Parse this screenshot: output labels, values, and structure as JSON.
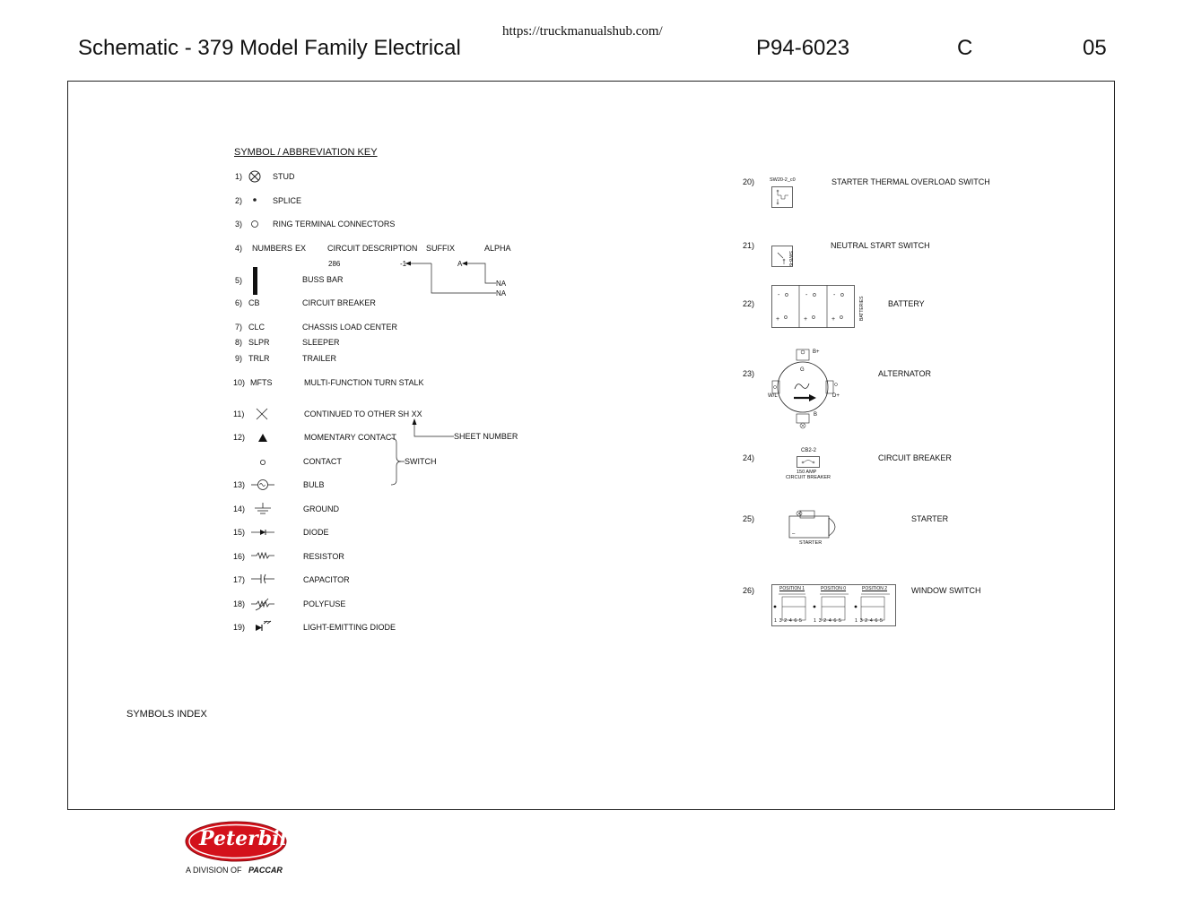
{
  "header": {
    "title": "Schematic - 379 Model Family Electrical",
    "url": "https://truckmanualshub.com/",
    "doc_number": "P94-6023",
    "revision": "C",
    "sheet": "05"
  },
  "key": {
    "title": "SYMBOL / ABBREVIATION  KEY",
    "items": {
      "i1": {
        "num": "1)",
        "label": "STUD"
      },
      "i2": {
        "num": "2)",
        "label": "SPLICE"
      },
      "i3": {
        "num": "3)",
        "label": "RING TERMINAL CONNECTORS"
      },
      "i4": {
        "num": "4)",
        "numbers": "NUMBERS",
        "ex": "EX",
        "circuit_description": "CIRCUIT DESCRIPTION",
        "suffix": "SUFFIX",
        "alpha": "ALPHA",
        "example_number": "286",
        "example_suffix": "-1",
        "example_alpha": "A",
        "na1": "NA",
        "na2": "NA"
      },
      "i5": {
        "num": "5)",
        "label": "BUSS  BAR"
      },
      "i6": {
        "num": "6)",
        "abbr": "CB",
        "label": "CIRCUIT  BREAKER"
      },
      "i7": {
        "num": "7)",
        "abbr": "CLC",
        "label": "CHASSIS  LOAD  CENTER"
      },
      "i8": {
        "num": "8)",
        "abbr": "SLPR",
        "label": "SLEEPER"
      },
      "i9": {
        "num": "9)",
        "abbr": "TRLR",
        "label": "TRAILER"
      },
      "i10": {
        "num": "10)",
        "abbr": "MFTS",
        "label": "MULTI-FUNCTION  TURN  STALK"
      },
      "i11": {
        "num": "11)",
        "label": "CONTINUED  TO  OTHER  SH  XX",
        "note": "SHEET  NUMBER"
      },
      "i12": {
        "num": "12)",
        "label": "MOMENTARY  CONTACT"
      },
      "contact": {
        "label": "CONTACT",
        "note": "SWITCH"
      },
      "i13": {
        "num": "13)",
        "label": "BULB"
      },
      "i14": {
        "num": "14)",
        "label": "GROUND"
      },
      "i15": {
        "num": "15)",
        "label": "DIODE"
      },
      "i16": {
        "num": "16)",
        "label": "RESISTOR"
      },
      "i17": {
        "num": "17)",
        "label": "CAPACITOR"
      },
      "i18": {
        "num": "18)",
        "label": "POLYFUSE"
      },
      "i19": {
        "num": "19)",
        "label": "LIGHT-EMITTING  DIODE"
      },
      "i20": {
        "num": "20)",
        "label": "STARTER  THERMAL  OVERLOAD  SWITCH",
        "tag": "SW20-2_c0"
      },
      "i21": {
        "num": "21)",
        "label": "NEUTRAL  START  SWITCH",
        "tag": "SW8-6"
      },
      "i22": {
        "num": "22)",
        "label": "BATTERY",
        "tag": "BATTERIES"
      },
      "i23": {
        "num": "23)",
        "label": "ALTERNATOR",
        "b_plus": "B+",
        "g": "G",
        "wl": "W/L",
        "d_plus": "D+",
        "b": "B"
      },
      "i24": {
        "num": "24)",
        "label": "CIRCUIT  BREAKER",
        "tag": "CB2-2",
        "caption1": "150  AMP",
        "caption2": "CIRCUIT  BREAKER"
      },
      "i25": {
        "num": "25)",
        "label": "STARTER",
        "caption": "STARTER"
      },
      "i26": {
        "num": "26)",
        "label": "WINDOW  SWITCH",
        "positions": [
          "POSITION  1",
          "POSITION  0",
          "POSITION  2"
        ],
        "pins": "1 3 2 4 6 5"
      }
    }
  },
  "footer": {
    "index_label": "SYMBOLS  INDEX",
    "logo_text": "Peterbilt",
    "division": "A DIVISION OF",
    "paccar": "PACCAR",
    "logo_color": "#d3111b"
  }
}
